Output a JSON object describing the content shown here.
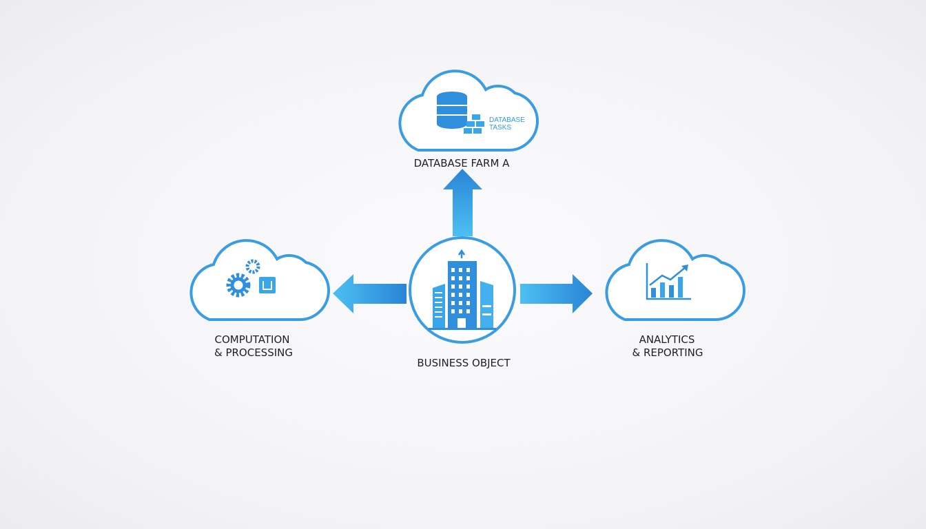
{
  "nodes": {
    "top": {
      "label": "DATABASE FARM A",
      "inner_label_1": "DATABASE",
      "inner_label_2": "TASKS",
      "icon": "database-icon"
    },
    "left": {
      "label_1": "COMPUTATION",
      "label_2": "& PROCESSING",
      "icon": "gears-chip-icon"
    },
    "right": {
      "label_1": "ANALYTICS",
      "label_2": "& REPORTING",
      "icon": "bar-chart-icon"
    },
    "center": {
      "label": "BUSINESS OBJECT",
      "icon": "building-icon"
    }
  },
  "colors": {
    "accent": "#3a9de2",
    "dark_blue": "#2a7bd0",
    "light_blue": "#4cb8f0",
    "text": "#1e1e24"
  }
}
